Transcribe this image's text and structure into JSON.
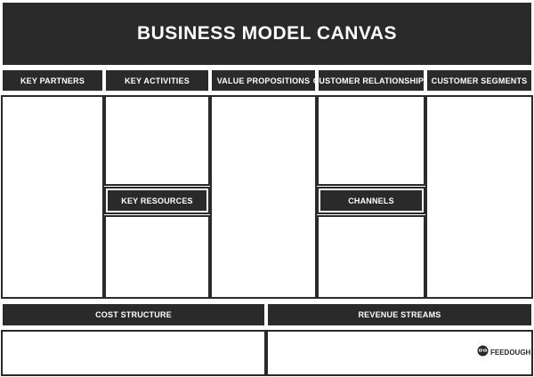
{
  "title": "BUSINESS MODEL CANVAS",
  "sections": {
    "key_partners": "KEY PARTNERS",
    "key_activities": "KEY ACTIVITIES",
    "value_propositions": "VALUE PROPOSITIONS",
    "customer_relationships": "CUSTOMER RELATIONSHIPS",
    "customer_segments": "CUSTOMER SEGMENTS",
    "key_resources": "KEY RESOURCES",
    "channels": "CHANNELS",
    "cost_structure": "COST STRUCTURE",
    "revenue_streams": "REVENUE STREAMS"
  },
  "logo": {
    "name": "FEEDOUGH",
    "icon": "feedough-logo-icon",
    "color": "#2a2a2a"
  },
  "colors": {
    "header_bg": "#2a2a2a",
    "header_text": "#ffffff",
    "cell_border": "#2a2a2a"
  }
}
